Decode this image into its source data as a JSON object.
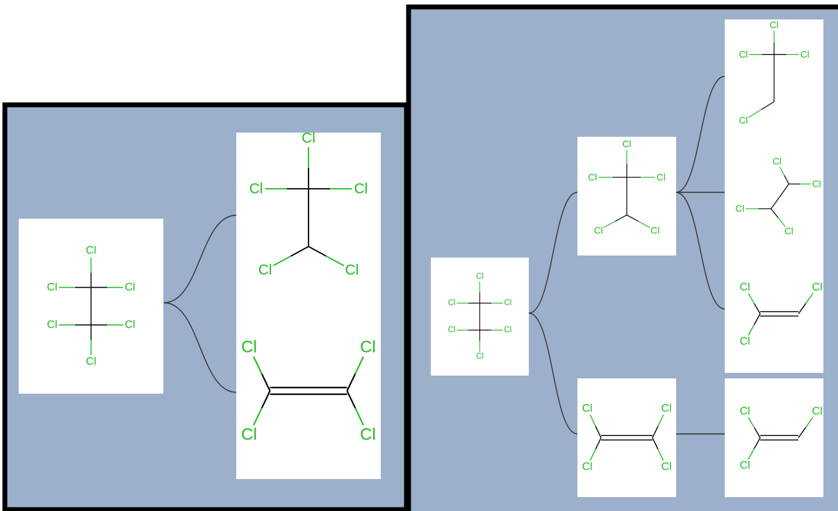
{
  "colors": {
    "background": "#9db0cb",
    "frame": "#000000",
    "card": "#ffffff",
    "bond": "#000000",
    "chlorine": "#22bb22",
    "edge": "#333333"
  },
  "atom_label": "Cl",
  "panels": [
    {
      "id": "left",
      "nodes": [
        {
          "id": "hexachloroethane",
          "structure": "C2Cl6"
        },
        {
          "id": "pentachloroethane",
          "structure": "C2HCl5"
        },
        {
          "id": "tetrachloroethylene",
          "structure": "C2Cl4"
        }
      ],
      "edges": [
        [
          "hexachloroethane",
          "pentachloroethane"
        ],
        [
          "hexachloroethane",
          "tetrachloroethylene"
        ]
      ]
    },
    {
      "id": "right",
      "nodes": [
        {
          "id": "hexachloroethane",
          "structure": "C2Cl6"
        },
        {
          "id": "pentachloroethane",
          "structure": "C2HCl5"
        },
        {
          "id": "tetrachloroethylene",
          "structure": "C2Cl4"
        },
        {
          "id": "1112-tetrachloroethane",
          "structure": "C2H2Cl4"
        },
        {
          "id": "1122-tetrachloroethane",
          "structure": "C2H2Cl4"
        },
        {
          "id": "trichloroethylene",
          "structure": "C2HCl3"
        },
        {
          "id": "trichloroethylene-2",
          "structure": "C2HCl3"
        }
      ],
      "edges": [
        [
          "hexachloroethane",
          "pentachloroethane"
        ],
        [
          "hexachloroethane",
          "tetrachloroethylene"
        ],
        [
          "pentachloroethane",
          "1112-tetrachloroethane"
        ],
        [
          "pentachloroethane",
          "1122-tetrachloroethane"
        ],
        [
          "pentachloroethane",
          "trichloroethylene"
        ],
        [
          "tetrachloroethylene",
          "trichloroethylene-2"
        ]
      ]
    }
  ]
}
